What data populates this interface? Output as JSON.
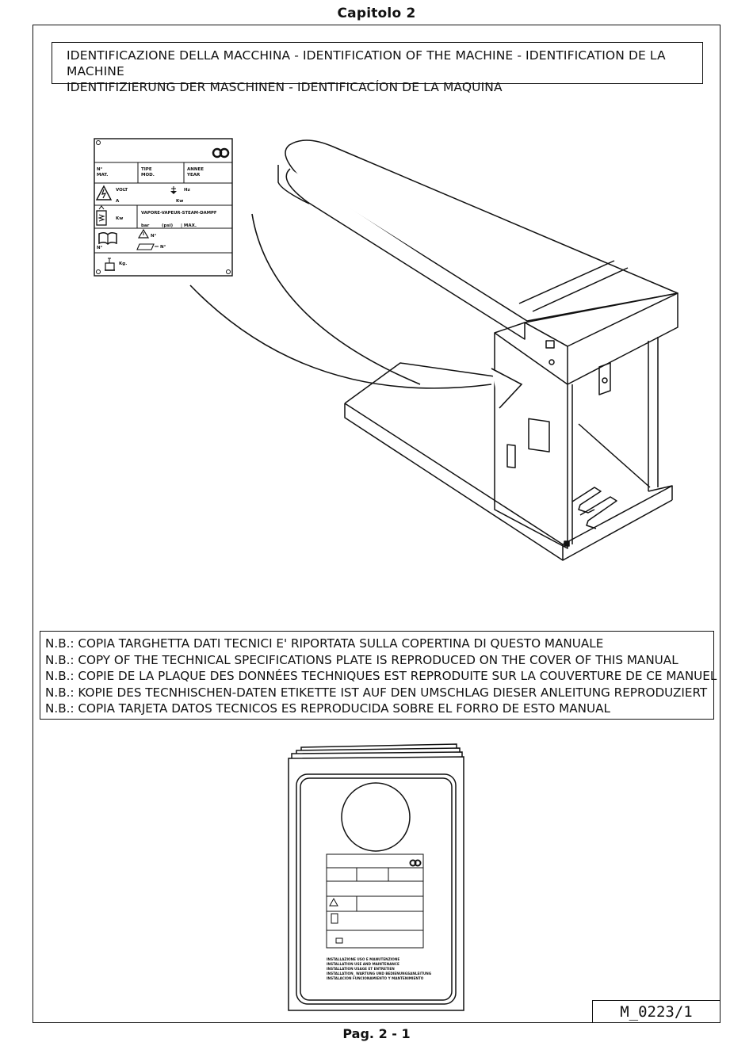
{
  "header": {
    "chapter": "Capitolo 2"
  },
  "title": {
    "line1": "IDENTIFICAZIONE DELLA MACCHINA - IDENTIFICATION OF THE MACHINE - IDENTIFICATION DE LA MACHINE",
    "line2": "IDENTIFIZIERUNG DER MASCHINEN - IDENTIFICACÍON DE LA MAQUINA"
  },
  "plate": {
    "matricola": "N°\nMAT.",
    "n_label": "N°",
    "mat_label": "MAT.",
    "type_label": "TIPE",
    "mod_label": "MOD.",
    "annee_label": "ANNEE",
    "year_label": "YEAR",
    "volt": "VOLT",
    "hz": "Hz",
    "amp": "A",
    "kw": "Kw",
    "steam": "VAPORE-VAPEUR-STEAM-DAMPF",
    "bar": "bar",
    "psi": "(psi)",
    "max": "| MAX.",
    "kw2": "Kw",
    "n1": "N°",
    "n2": "N°",
    "n3": "N°",
    "kg": "Kg."
  },
  "notes": [
    "N.B.: COPIA TARGHETTA DATI TECNICI E' RIPORTATA SULLA COPERTINA DI QUESTO MANUALE",
    "N.B.: COPY OF THE TECHNICAL SPECIFICATIONS PLATE IS REPRODUCED ON THE COVER OF THIS MANUAL",
    "N.B.: COPIE DE LA PLAQUE DES DONNÉES TECHNIQUES EST REPRODUITE SUR LA COUVERTURE DE CE MANUEL",
    "N.B.: KOPIE DES TECNHISCHEN-DATEN ETIKETTE IST AUF DEN UMSCHLAG DIESER ANLEITUNG REPRODUZIERT",
    "N.B.: COPIA TARJETA DATOS TECNICOS ES REPRODUCIDA SOBRE EL FORRO DE ESTO MANUAL"
  ],
  "manual_cover": {
    "lines": [
      "INSTALLAZIONE USO E MANUTENZIONE",
      "INSTALLATION USE AND MAINTENANCE",
      "INSTALLATION USAGE ET ENTRETIEN",
      "INSTALLATION_ WARTUNG UND BEDIENUNGSANLEITUNG",
      "INSTALACION FUNCIONAMIENTO Y MANTENIMIENTO"
    ]
  },
  "footer": {
    "code": "M_0223/1",
    "page": "Pag. 2 - 1"
  }
}
